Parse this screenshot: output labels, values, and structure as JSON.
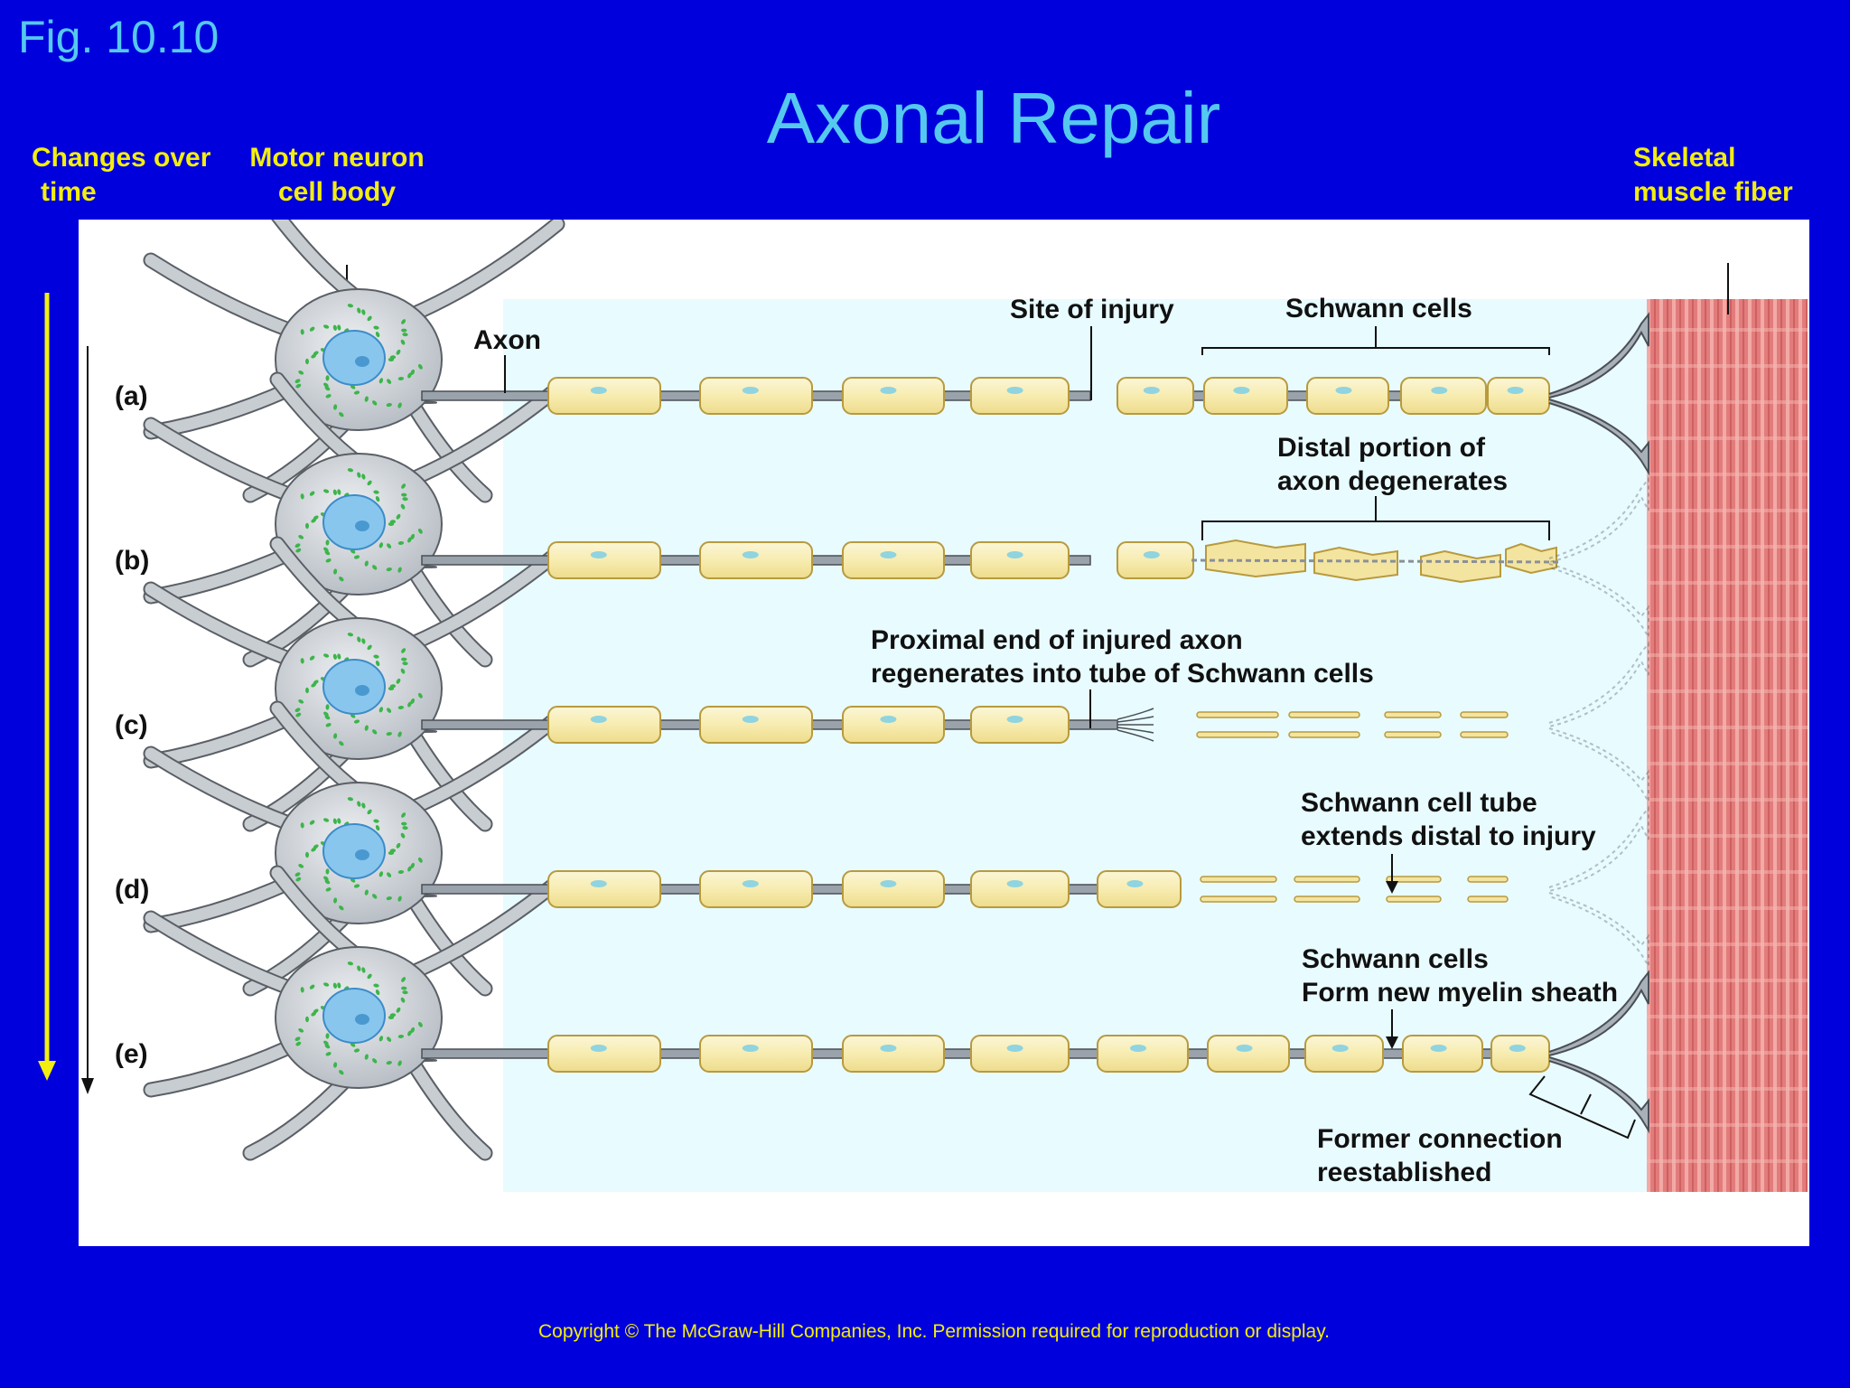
{
  "figure": {
    "number": "Fig. 10.10",
    "title": "Axonal Repair"
  },
  "headers": {
    "changes_line1": "Changes over",
    "changes_line2": "time",
    "motor_line1": "Motor neuron",
    "motor_line2": "cell body",
    "muscle_line1": "Skeletal",
    "muscle_line2": "muscle fiber"
  },
  "stages": [
    "(a)",
    "(b)",
    "(c)",
    "(d)",
    "(e)"
  ],
  "labels": {
    "axon": "Axon",
    "site_of_injury": "Site of injury",
    "schwann_cells": "Schwann cells",
    "distal_line1": "Distal portion of",
    "distal_line2": "axon degenerates",
    "proximal_line1": "Proximal end of injured axon",
    "proximal_line2": "regenerates into tube of Schwann cells",
    "tube_line1": "Schwann cell tube",
    "tube_line2": "extends distal to injury",
    "myelin_line1": "Schwann cells",
    "myelin_line2": "Form new myelin sheath",
    "former_line1": "Former connection",
    "former_line2": "reestablished"
  },
  "colors": {
    "background": "#0000dd",
    "title": "#55c8f0",
    "header": "#f2ee10",
    "schwann_fill": "#f7ecb0",
    "muscle": "#e88a88",
    "cell_body": "#c8cdd2",
    "nucleus": "#88c6ee",
    "granules": "#3cb54a",
    "time_arrow": "#f2ee10"
  },
  "copyright": "Copyright © The McGraw-Hill Companies, Inc. Permission required for reproduction or display."
}
